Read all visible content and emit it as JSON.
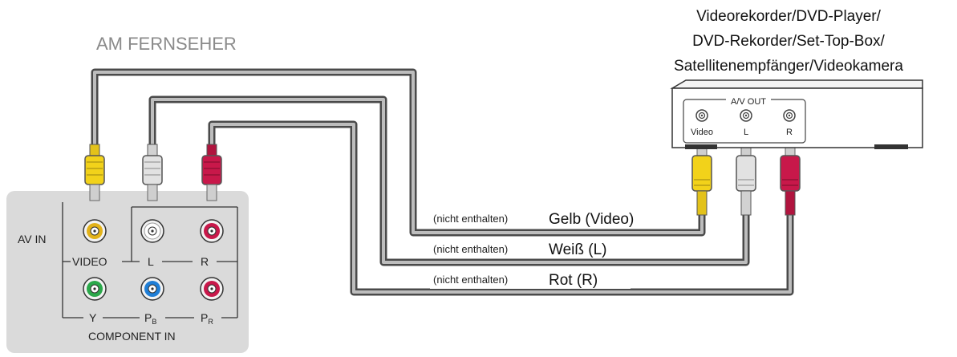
{
  "tv": {
    "title": "AM FERNSEHER",
    "av_in_label": "AV IN",
    "video_label": "VIDEO",
    "l_label": "L",
    "r_label": "R",
    "y_label": "Y",
    "pb_label": "P",
    "pb_sub": "B",
    "pr_label": "P",
    "pr_sub": "R",
    "component_label": "COMPONENT IN"
  },
  "device": {
    "title_lines": [
      "Videorekorder/DVD-Player/",
      "DVD-Rekorder/Set-Top-Box/",
      "Satellitenempfänger/Videokamera"
    ],
    "av_out_label": "A/V OUT",
    "video_label": "Video",
    "l_label": "L",
    "r_label": "R"
  },
  "cables": [
    {
      "note": "(nicht enthalten)",
      "label": "Gelb (Video)"
    },
    {
      "note": "(nicht enthalten)",
      "label": "Weiß (L)"
    },
    {
      "note": "(nicht enthalten)",
      "label": "Rot (R)"
    }
  ],
  "colors": {
    "yellow": "#f2d21a",
    "white": "#d8d8d8",
    "red": "#c8184a",
    "green": "#2aa84a",
    "blue": "#1f7ed6",
    "panel": "#d9d9d9",
    "cable": "#4a4a4a"
  }
}
